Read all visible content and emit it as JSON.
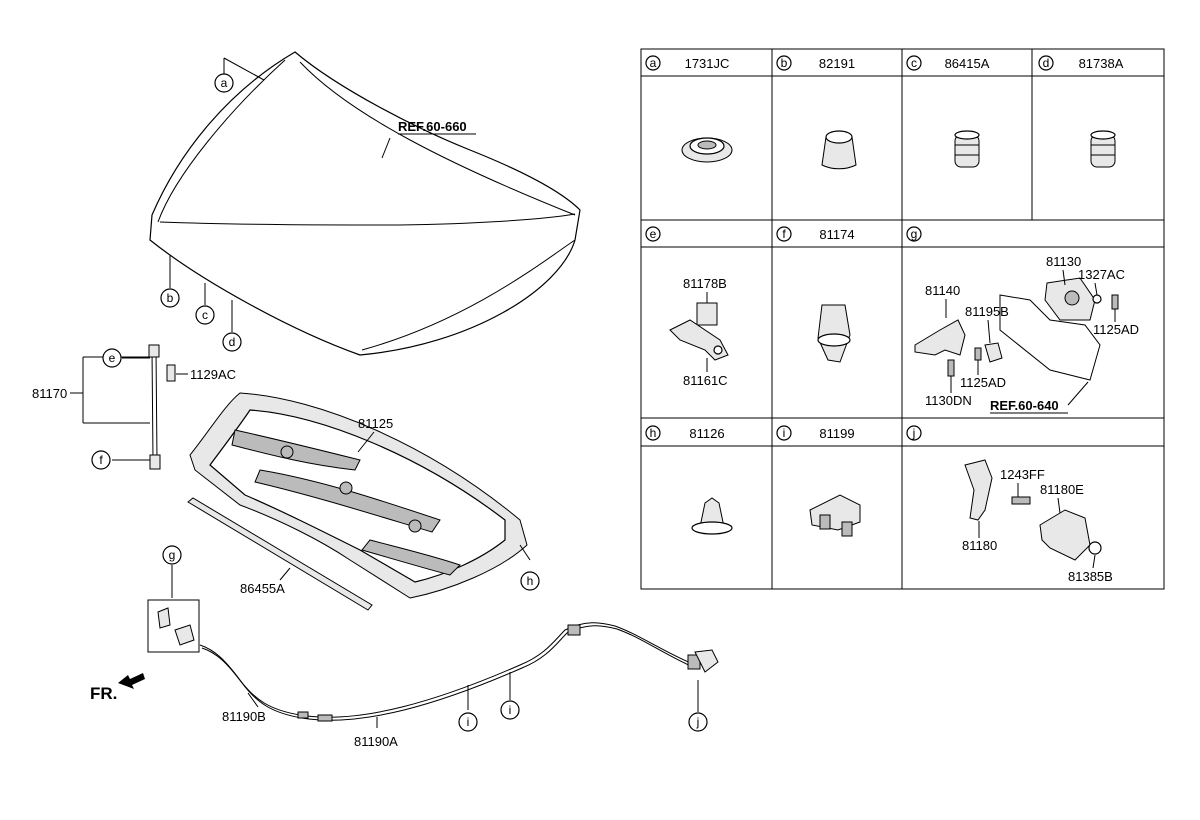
{
  "fr_label": "FR.",
  "refs": {
    "hood": "REF.60-660",
    "latch": "REF.60-640"
  },
  "callouts": {
    "a": "a",
    "b": "b",
    "c": "c",
    "d": "d",
    "e": "e",
    "f": "f",
    "g": "g",
    "h": "h",
    "i": "i",
    "j": "j"
  },
  "main_parts": {
    "stay_rod": "81170",
    "clip_1129AC": "1129AC",
    "insulator": "81125",
    "seal": "86455A",
    "cable_front": "81190B",
    "cable_main": "81190A"
  },
  "table": {
    "cells": [
      {
        "key": "a",
        "part": "1731JC"
      },
      {
        "key": "b",
        "part": "82191"
      },
      {
        "key": "c",
        "part": "86415A"
      },
      {
        "key": "d",
        "part": "81738A"
      },
      {
        "key": "e",
        "part": ""
      },
      {
        "key": "f",
        "part": "81174"
      },
      {
        "key": "g",
        "part": ""
      },
      {
        "key": "h",
        "part": "81126"
      },
      {
        "key": "i",
        "part": "81199"
      },
      {
        "key": "j",
        "part": ""
      }
    ],
    "e_labels": [
      "81178B",
      "81161C"
    ],
    "g_labels": [
      "81130",
      "1327AC",
      "81140",
      "81195B",
      "1125AD",
      "1125AD",
      "1130DN"
    ],
    "j_labels": [
      "1243FF",
      "81180E",
      "81180",
      "81385B"
    ]
  }
}
